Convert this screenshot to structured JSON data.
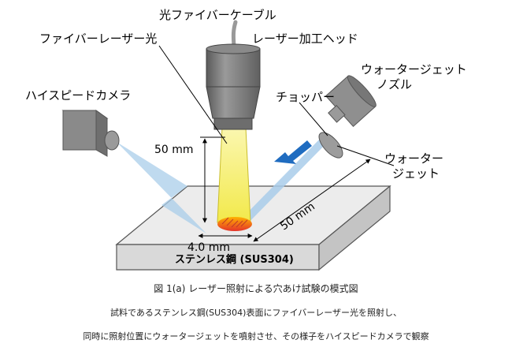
{
  "labels": {
    "fiber_cable": "光ファイバーケーブル",
    "fiber_laser": "ファイバーレーザー光",
    "laser_head": "レーザー加工ヘッド",
    "highspeed_camera": "ハイスピードカメラ",
    "waterjet_nozzle_line1": "ウォータージェット",
    "waterjet_nozzle_line2": "ノズル",
    "chopper": "チョッパー",
    "waterjet_line1": "ウォーター",
    "waterjet_line2": "ジェット",
    "dim_height": "50 mm",
    "dim_length": "50 mm",
    "dim_width": "4.0 mm",
    "plate": "ステンレス鋼 (SUS304)"
  },
  "caption": {
    "title": "図 1(a) レーザー照射による穴あけ試験の模式図",
    "line1": "試料であるステンレス鋼(SUS304)表面にファイバーレーザー光を照射し、",
    "line2": "同時に照射位置にウォータージェットを噴射させ、その様子をハイスピードカメラで観察"
  },
  "colors": {
    "laser_yellow": "#f5ee6a",
    "water_blue": "#a9cdea",
    "arrow_blue": "#1f6cc0",
    "spot_red": "#e5332a",
    "device_gray": "#7f7f7f",
    "plate_gray": "#e6e6e6"
  }
}
